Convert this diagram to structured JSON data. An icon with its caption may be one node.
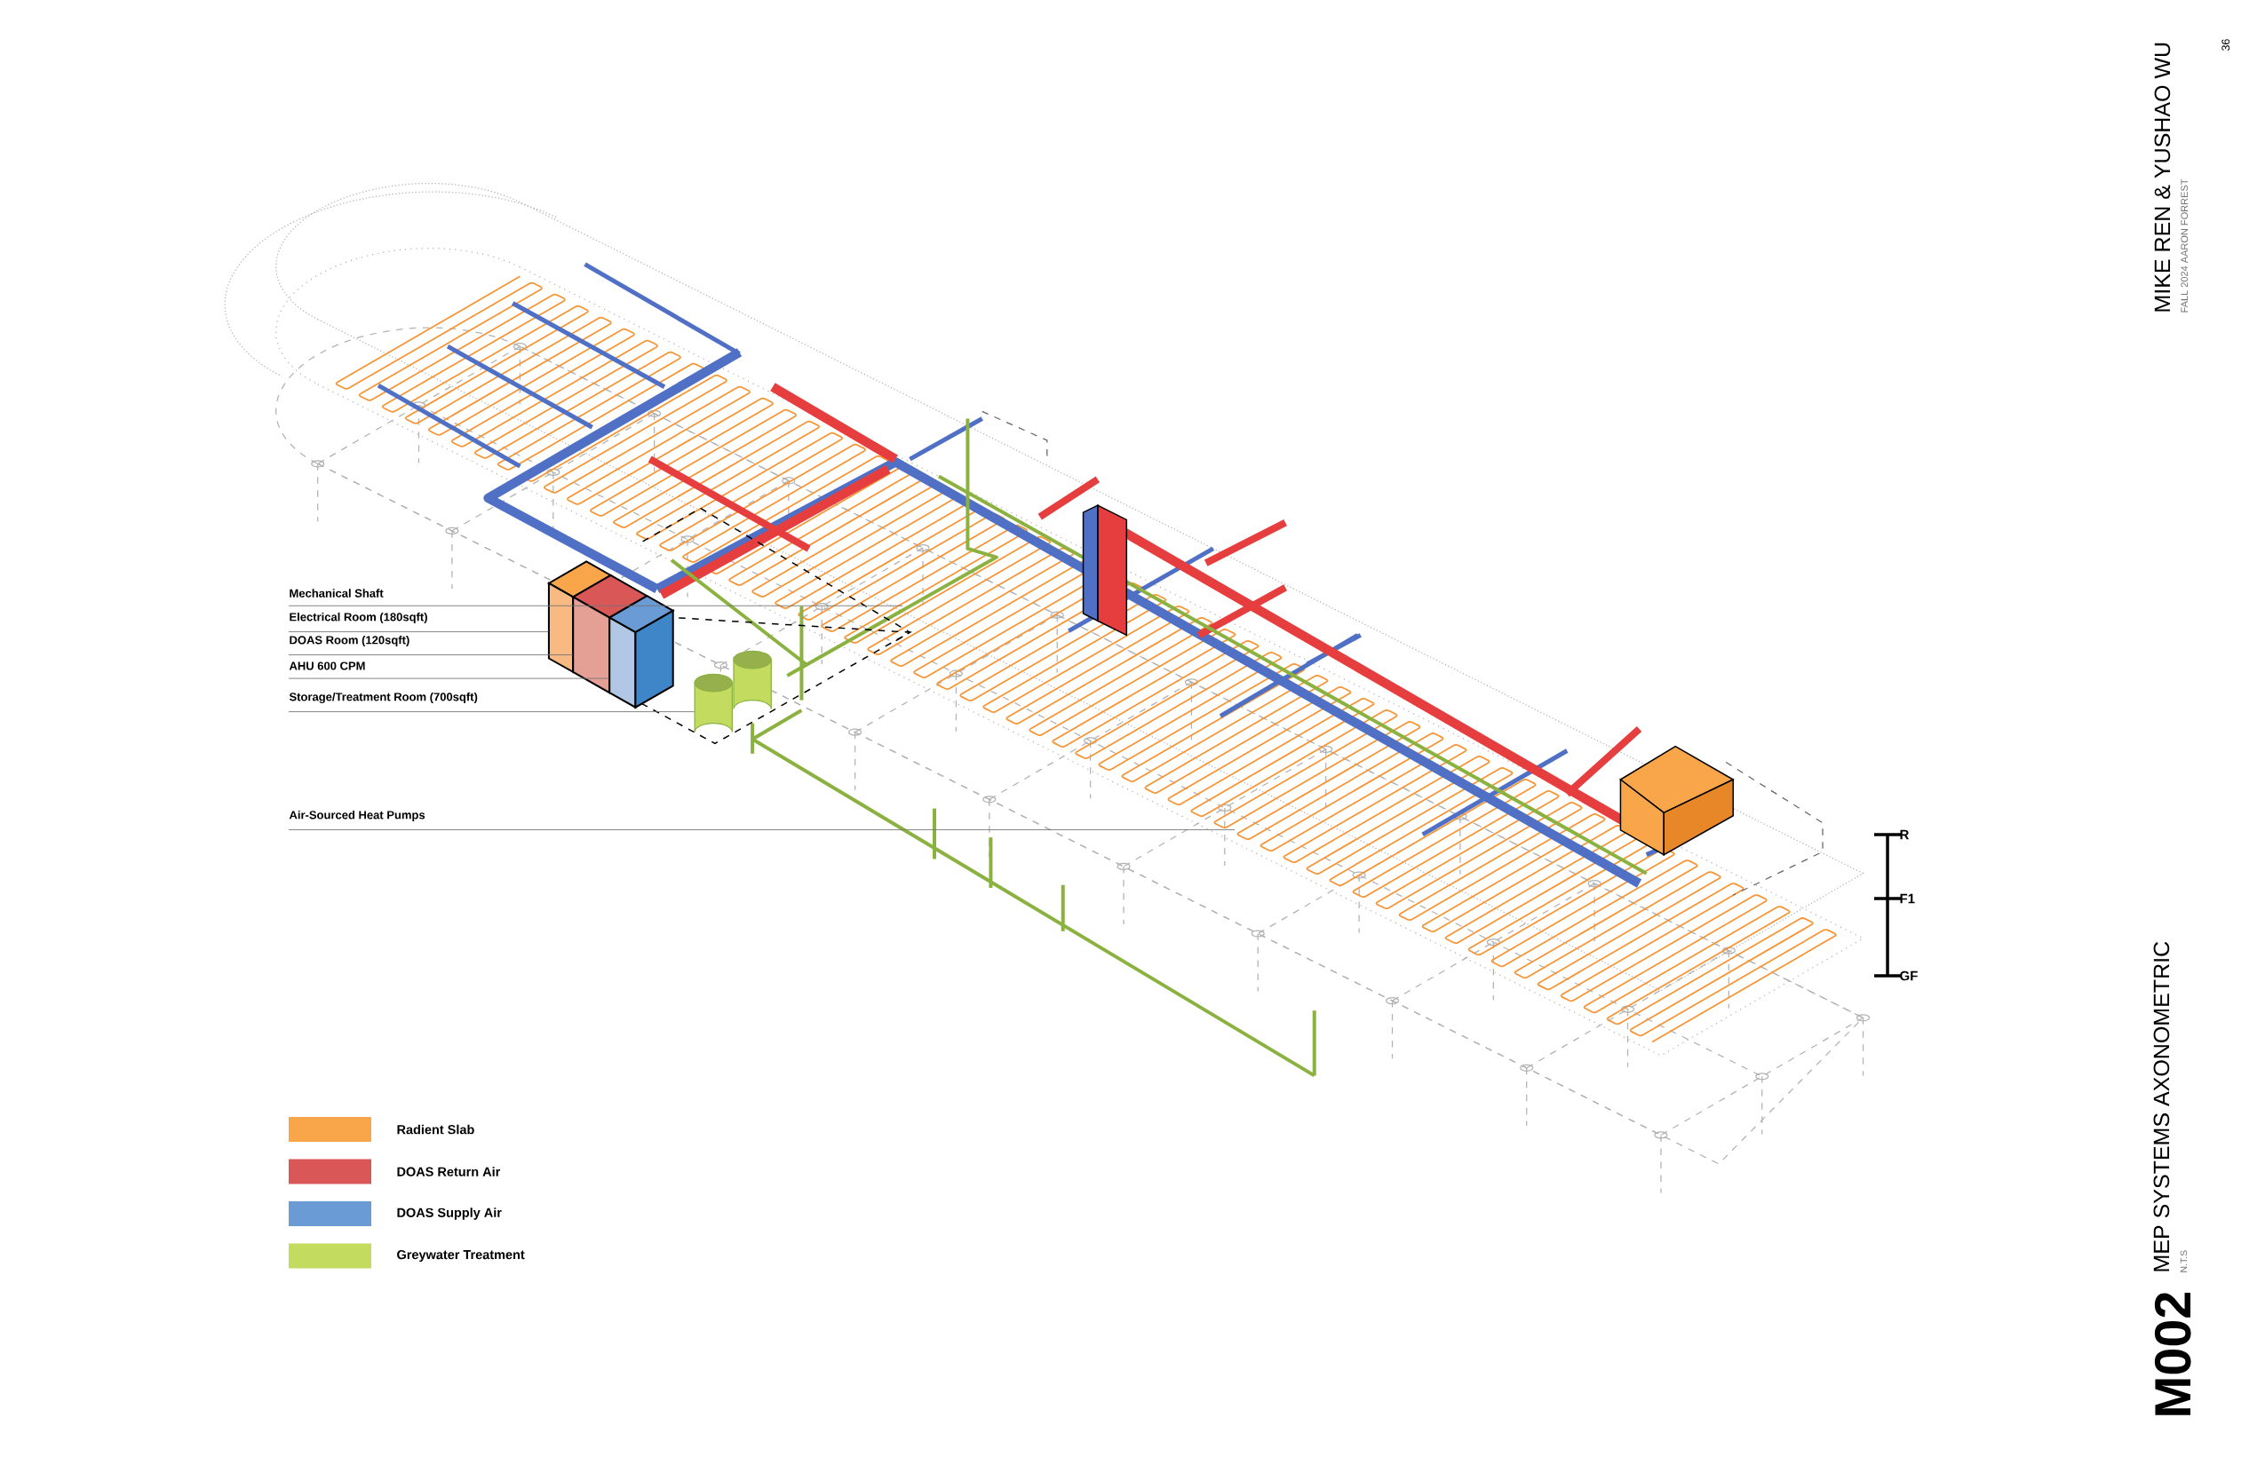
{
  "diagram": {
    "title": "MEP SYSTEMS AXONOMETRIC",
    "nodes": [
      {
        "text": [
          "Mechanical Shaft"
        ]
      },
      {
        "text": [
          "Electrical Room (180sqft)"
        ]
      },
      {
        "text": [
          "DOAS Room (120sqft)"
        ]
      },
      {
        "text": [
          "AHU 600 CPM"
        ]
      },
      {
        "text": [
          "Storage/Treatment Room (700sqft)"
        ]
      },
      {
        "text": [
          "Air-Sourced Heat Pumps"
        ]
      },
      {
        "text": [],
        "shape": "box"
      },
      {
        "text": [],
        "shape": "box"
      },
      {
        "text": [],
        "shape": "box"
      },
      {
        "text": [],
        "shape": "cylinder"
      },
      {
        "text": [],
        "shape": "cylinder"
      }
    ],
    "edges": [
      {
        "from": 0,
        "to": null,
        "arrow": "none"
      },
      {
        "from": 1,
        "to": 6,
        "arrow": "none"
      },
      {
        "from": 2,
        "to": 7,
        "arrow": "none"
      },
      {
        "from": 3,
        "to": 8,
        "arrow": "none"
      },
      {
        "from": 4,
        "to": 9,
        "arrow": "none"
      },
      {
        "from": 5,
        "to": null,
        "arrow": "none"
      }
    ],
    "labels": [
      "R",
      "F1",
      "GF",
      "M002",
      "N.T.S",
      "MIKE REN & YUSHAO WU",
      "FALL 2024 AARON FORREST",
      "36"
    ],
    "legend": [
      {
        "text": "Radient Slab",
        "color": "#f9a54a"
      },
      {
        "text": "DOAS Return Air",
        "color": "#d95757"
      },
      {
        "text": "DOAS Supply Air",
        "color": "#6b9bd4"
      },
      {
        "text": "Greywater Treatment",
        "color": "#c3db5e"
      }
    ]
  }
}
